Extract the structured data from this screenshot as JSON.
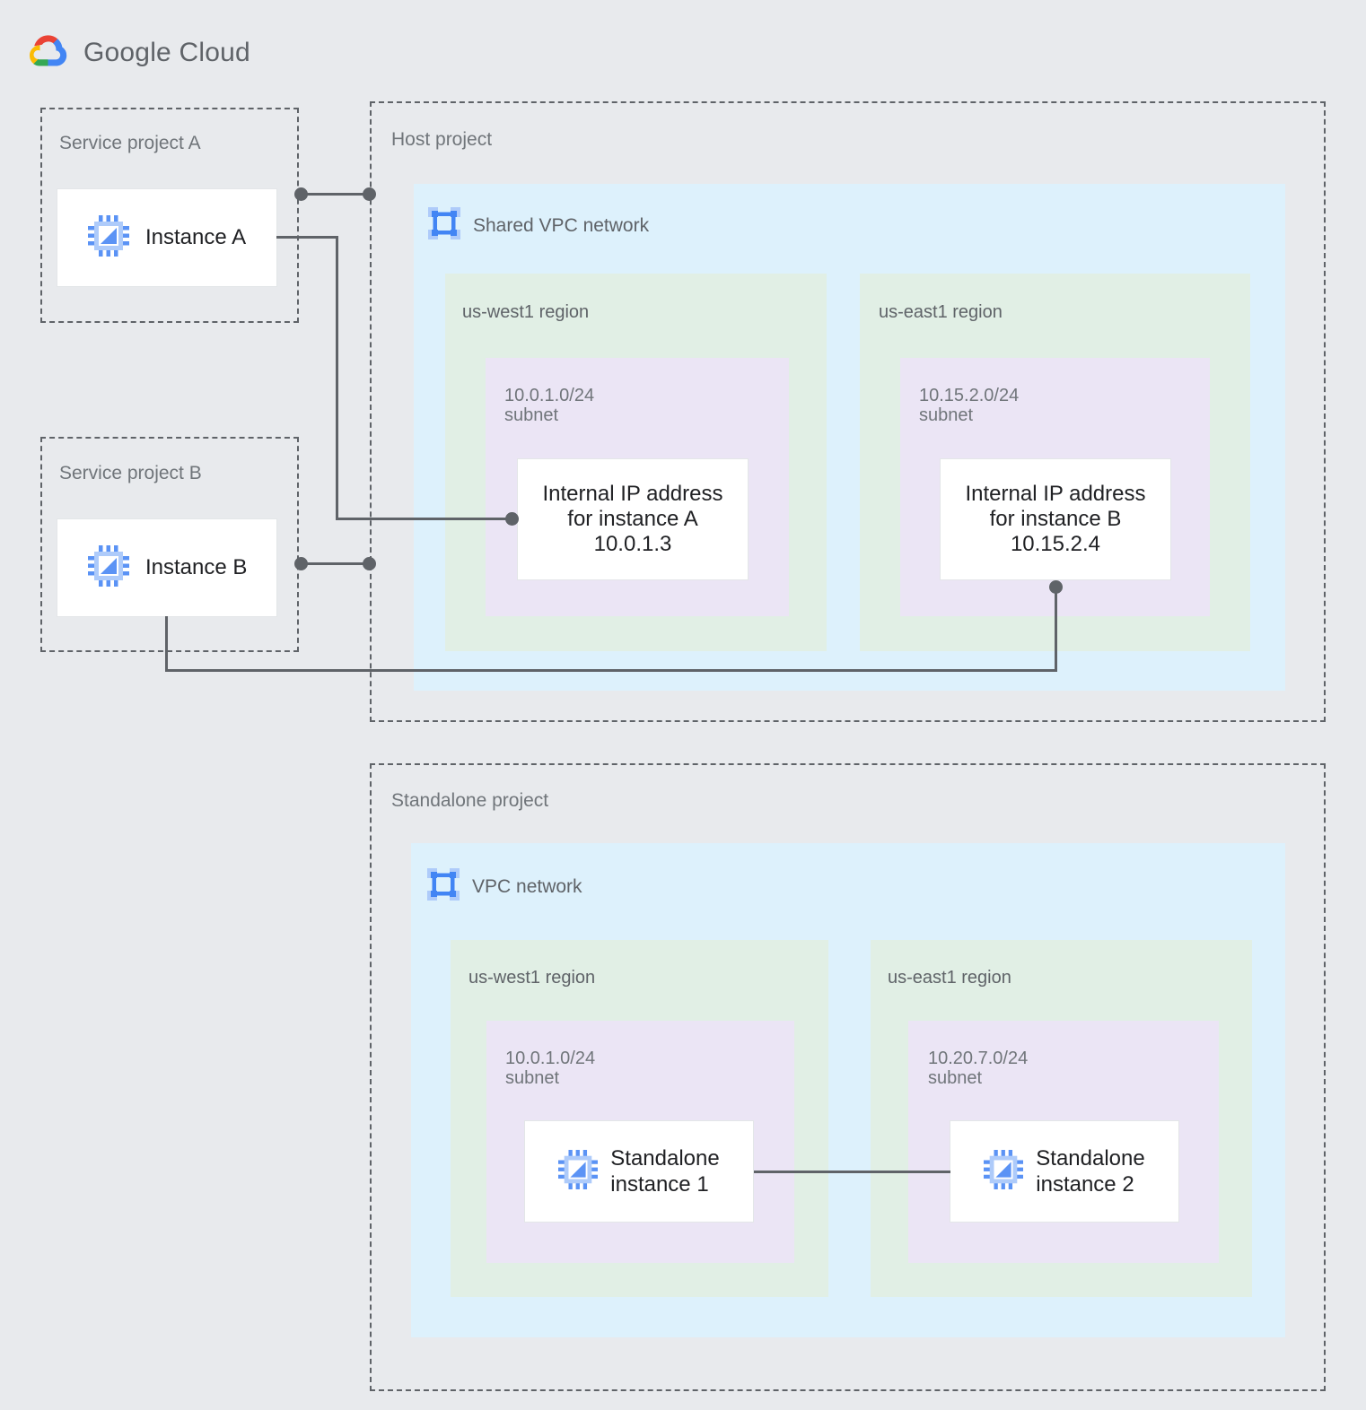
{
  "brand": {
    "name_bold": "Google",
    "name_light": "Cloud",
    "logo_icon": "google-cloud-logo",
    "colors": {
      "red": "#ea4335",
      "yellow": "#fbbc04",
      "green": "#34a853",
      "blue": "#4285f4"
    }
  },
  "palette": {
    "background": "#e8eaed",
    "project_border": "#5f6368",
    "vpc_fill": "#ddf1fc",
    "region_fill": "#e1efe5",
    "subnet_fill": "#ebe5f5",
    "card_fill": "#ffffff",
    "connector": "#5f6368",
    "icon_blue": "#4285f4",
    "icon_blue_light": "#aecbfa"
  },
  "service_project_a": {
    "label": "Service project A",
    "instance": {
      "icon": "cpu-chip-icon",
      "label": "Instance A"
    }
  },
  "service_project_b": {
    "label": "Service project B",
    "instance": {
      "icon": "cpu-chip-icon",
      "label": "Instance B"
    }
  },
  "host_project": {
    "label": "Host project",
    "network": {
      "icon": "vpc-network-icon",
      "title": "Shared VPC network",
      "regions": [
        {
          "label": "us-west1 region",
          "subnet": {
            "label": "10.0.1.0/24\nsubnet",
            "cidr": "10.0.1.0/24",
            "card": {
              "text": "Internal IP address\nfor instance A\n10.0.1.3",
              "ip": "10.0.1.3"
            }
          }
        },
        {
          "label": "us-east1 region",
          "subnet": {
            "label": "10.15.2.0/24\nsubnet",
            "cidr": "10.15.2.0/24",
            "card": {
              "text": "Internal IP address\nfor instance B\n10.15.2.4",
              "ip": "10.15.2.4"
            }
          }
        }
      ]
    }
  },
  "standalone_project": {
    "label": "Standalone project",
    "network": {
      "icon": "vpc-network-icon",
      "title": "VPC network",
      "regions": [
        {
          "label": "us-west1 region",
          "subnet": {
            "label": "10.0.1.0/24\nsubnet",
            "cidr": "10.0.1.0/24",
            "instance": {
              "icon": "cpu-chip-icon",
              "label": "Standalone\ninstance 1"
            }
          }
        },
        {
          "label": "us-east1 region",
          "subnet": {
            "label": "10.20.7.0/24\nsubnet",
            "cidr": "10.20.7.0/24",
            "instance": {
              "icon": "cpu-chip-icon",
              "label": "Standalone\ninstance 2"
            }
          }
        }
      ]
    }
  },
  "connectors": [
    {
      "name": "instance-a-to-host-project",
      "endpoints": [
        "Service project A",
        "Host project"
      ]
    },
    {
      "name": "instance-a-to-internal-ip-a",
      "endpoints": [
        "Instance A",
        "Internal IP address for instance A"
      ]
    },
    {
      "name": "instance-b-to-host-project",
      "endpoints": [
        "Service project B",
        "Host project"
      ]
    },
    {
      "name": "instance-b-to-internal-ip-b",
      "endpoints": [
        "Instance B",
        "Internal IP address for instance B"
      ]
    },
    {
      "name": "standalone-instance-1-to-2",
      "endpoints": [
        "Standalone instance 1",
        "Standalone instance 2"
      ]
    }
  ]
}
